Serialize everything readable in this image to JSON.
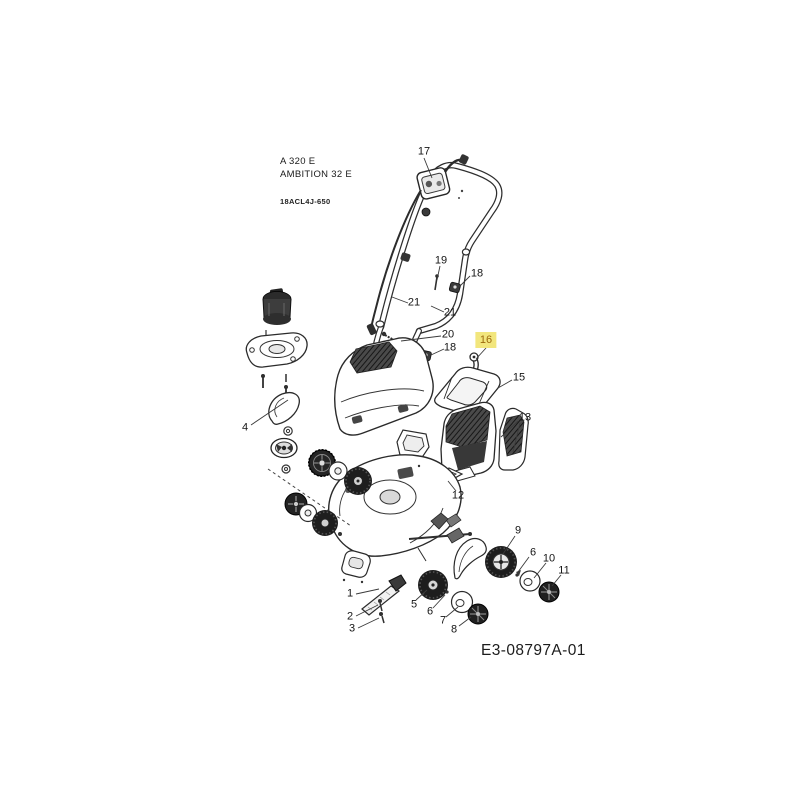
{
  "window": {
    "background": "#ffffff"
  },
  "header": {
    "model_line1": "A 320 E",
    "model_line2": "AMBITION 32 E",
    "model_code": "18ACL4J-650"
  },
  "footer": {
    "drawing_number": "E3-08797A-01"
  },
  "selection": {
    "selected_part": "16",
    "highlight_bg": "#F2E67D",
    "highlight_text": "#9C6A0E"
  },
  "diagram": {
    "line_color": "#2E2E2E",
    "labels": [
      "17",
      "19",
      "18",
      "21",
      "21",
      "20",
      "18",
      "16",
      "15",
      "13",
      "4",
      "12",
      "9",
      "6",
      "10",
      "11",
      "1",
      "5",
      "6",
      "7",
      "2",
      "3",
      "8"
    ]
  }
}
